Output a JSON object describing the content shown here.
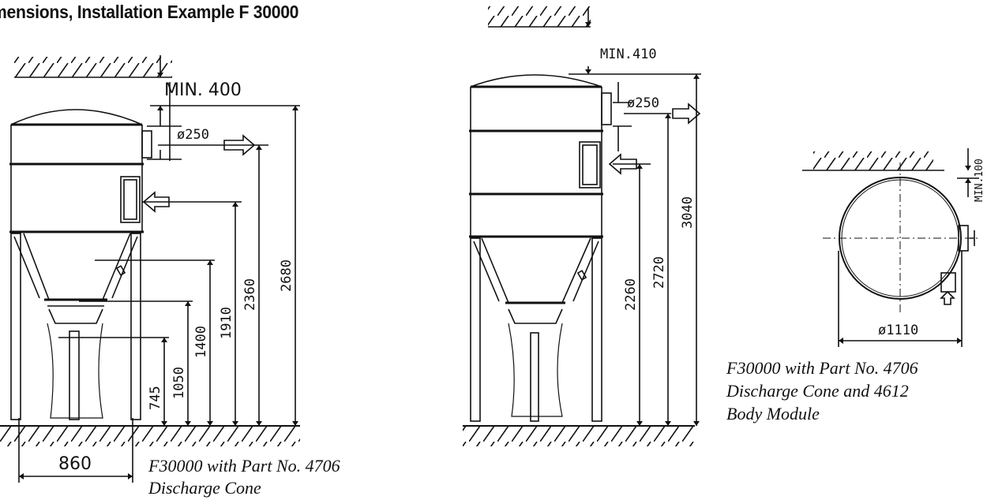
{
  "title": "mensions, Installation Example F 30000",
  "figure1": {
    "min_clearance": "MIN. 400",
    "outlet_diameter": "ø250",
    "heights": [
      "2680",
      "2360",
      "1910",
      "1400",
      "1050",
      "745"
    ],
    "leg_spacing": "860",
    "caption_line1": "F30000 with Part No. 4706",
    "caption_line2": "Discharge Cone"
  },
  "figure2": {
    "min_clearance": "MIN.410",
    "outlet_diameter": "ø250",
    "heights": [
      "3040",
      "2720",
      "2260"
    ]
  },
  "figure3": {
    "min_clearance": "MIN.100",
    "diameter": "ø1110",
    "caption_line1": "F30000 with Part No. 4706",
    "caption_line2": "Discharge Cone and 4612",
    "caption_line3": "Body Module"
  }
}
